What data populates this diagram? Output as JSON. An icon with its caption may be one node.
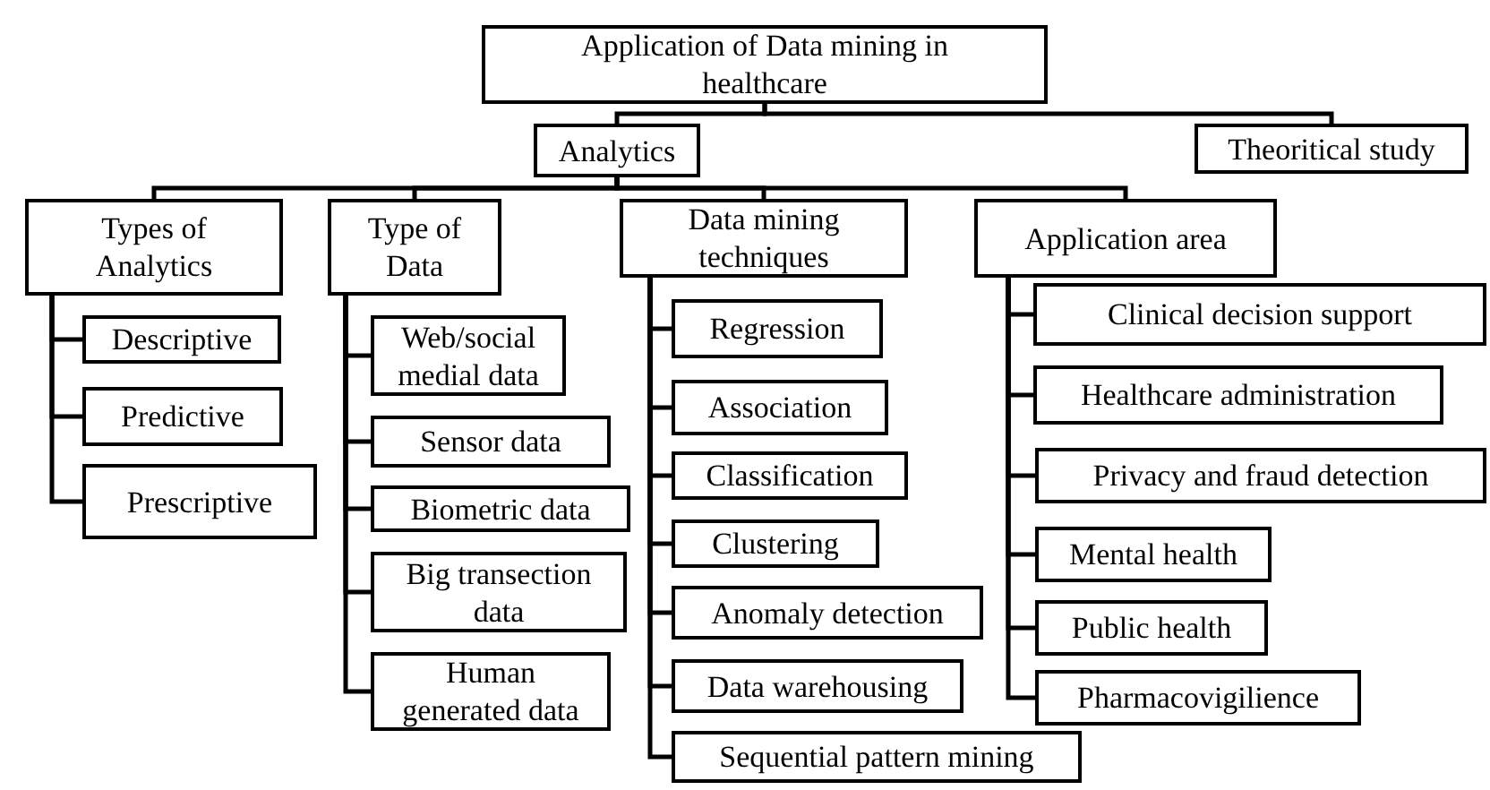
{
  "diagram": {
    "nodes": [
      {
        "text": [
          "Application of Data mining in healthcare"
        ]
      },
      {
        "text": [
          "Analytics"
        ]
      },
      {
        "text": [
          "Theoritical study"
        ]
      },
      {
        "text": [
          "Types of Analytics"
        ]
      },
      {
        "text": [
          "Type of Data"
        ]
      },
      {
        "text": [
          "Data mining techniques"
        ]
      },
      {
        "text": [
          "Application area"
        ]
      },
      {
        "text": [
          "Descriptive"
        ]
      },
      {
        "text": [
          "Predictive"
        ]
      },
      {
        "text": [
          "Prescriptive"
        ]
      },
      {
        "text": [
          "Web/social medial data"
        ]
      },
      {
        "text": [
          "Sensor data"
        ]
      },
      {
        "text": [
          "Biometric data"
        ]
      },
      {
        "text": [
          "Big transection data"
        ]
      },
      {
        "text": [
          "Human generated data"
        ]
      },
      {
        "text": [
          "Regression"
        ]
      },
      {
        "text": [
          "Association"
        ]
      },
      {
        "text": [
          "Classification"
        ]
      },
      {
        "text": [
          "Clustering"
        ]
      },
      {
        "text": [
          "Anomaly detection"
        ]
      },
      {
        "text": [
          "Data warehousing"
        ]
      },
      {
        "text": [
          "Sequential pattern mining"
        ]
      },
      {
        "text": [
          "Clinical decision support"
        ]
      },
      {
        "text": [
          "Healthcare administration"
        ]
      },
      {
        "text": [
          "Privacy and fraud detection"
        ]
      },
      {
        "text": [
          "Mental health"
        ]
      },
      {
        "text": [
          "Public health"
        ]
      },
      {
        "text": [
          "Pharmacovigilience"
        ]
      }
    ],
    "edges": [
      {
        "from": 0,
        "to": 1,
        "arrow": "none"
      },
      {
        "from": 0,
        "to": 2,
        "arrow": "none"
      },
      {
        "from": 1,
        "to": 3,
        "arrow": "none"
      },
      {
        "from": 1,
        "to": 4,
        "arrow": "none"
      },
      {
        "from": 1,
        "to": 5,
        "arrow": "none"
      },
      {
        "from": 1,
        "to": 6,
        "arrow": "none"
      },
      {
        "from": 3,
        "to": 7,
        "arrow": "none"
      },
      {
        "from": 3,
        "to": 8,
        "arrow": "none"
      },
      {
        "from": 3,
        "to": 9,
        "arrow": "none"
      },
      {
        "from": 4,
        "to": 10,
        "arrow": "none"
      },
      {
        "from": 4,
        "to": 11,
        "arrow": "none"
      },
      {
        "from": 4,
        "to": 12,
        "arrow": "none"
      },
      {
        "from": 4,
        "to": 13,
        "arrow": "none"
      },
      {
        "from": 4,
        "to": 14,
        "arrow": "none"
      },
      {
        "from": 5,
        "to": 15,
        "arrow": "none"
      },
      {
        "from": 5,
        "to": 16,
        "arrow": "none"
      },
      {
        "from": 5,
        "to": 17,
        "arrow": "none"
      },
      {
        "from": 5,
        "to": 18,
        "arrow": "none"
      },
      {
        "from": 5,
        "to": 19,
        "arrow": "none"
      },
      {
        "from": 5,
        "to": 20,
        "arrow": "none"
      },
      {
        "from": 5,
        "to": 21,
        "arrow": "none"
      },
      {
        "from": 6,
        "to": 22,
        "arrow": "none"
      },
      {
        "from": 6,
        "to": 23,
        "arrow": "none"
      },
      {
        "from": 6,
        "to": 24,
        "arrow": "none"
      },
      {
        "from": 6,
        "to": 25,
        "arrow": "none"
      },
      {
        "from": 6,
        "to": 26,
        "arrow": "none"
      },
      {
        "from": 6,
        "to": 27,
        "arrow": "none"
      }
    ]
  }
}
